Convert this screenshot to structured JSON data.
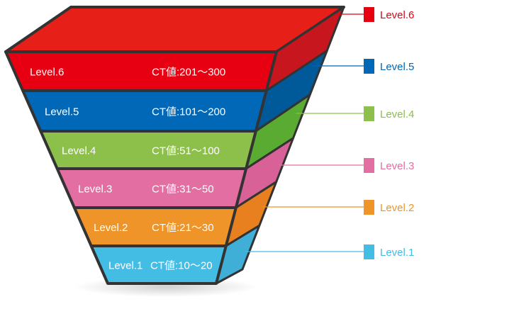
{
  "levels": [
    {
      "name": "Level.6",
      "range": "CT値:201～300",
      "legend": "Level.6",
      "front": "#e60012",
      "side": "#c8161e"
    },
    {
      "name": "Level.5",
      "range": "CT値:101～200",
      "legend": "Level.5",
      "front": "#0068b7",
      "side": "#005a9a"
    },
    {
      "name": "Level.4",
      "range": "CT値:51～100",
      "legend": "Level.4",
      "front": "#8cc04a",
      "side": "#5aab32"
    },
    {
      "name": "Level.3",
      "range": "CT値:31～50",
      "legend": "Level.3",
      "front": "#e26ea2",
      "side": "#d86198"
    },
    {
      "name": "Level.2",
      "range": "CT値:21～30",
      "legend": "Level.2",
      "front": "#ee9428",
      "side": "#e8801f"
    },
    {
      "name": "Level.1",
      "range": "CT値:10～20",
      "legend": "Level.1",
      "front": "#44bde5",
      "side": "#40afd8"
    }
  ],
  "top_color": "#e71f19",
  "outline_color": "#333333"
}
